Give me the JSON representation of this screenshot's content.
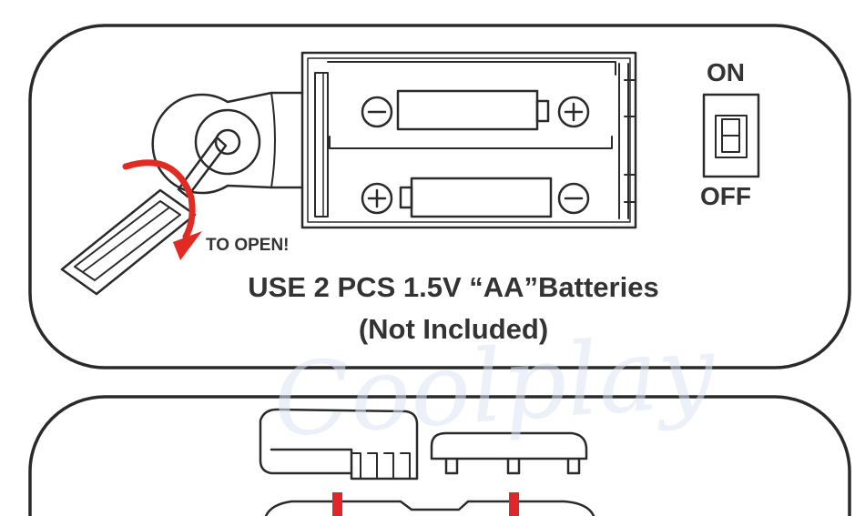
{
  "labels": {
    "to_open": "TO OPEN!",
    "switch_on": "ON",
    "switch_off": "OFF",
    "instruction": "USE 2 PCS 1.5V “AA”Batteries",
    "note": "(Not Included)"
  },
  "watermark": "Coolplay",
  "colors": {
    "line": "#2a2a2a",
    "text": "#333333",
    "arrow": "#e02a22",
    "strap": "#e0262b",
    "watermark": "#dde5f3"
  },
  "icons": {
    "arrow": "rotate-arrow-icon",
    "screwdriver": "screwdriver-icon",
    "minus": "minus-terminal-icon",
    "plus": "plus-terminal-icon"
  }
}
